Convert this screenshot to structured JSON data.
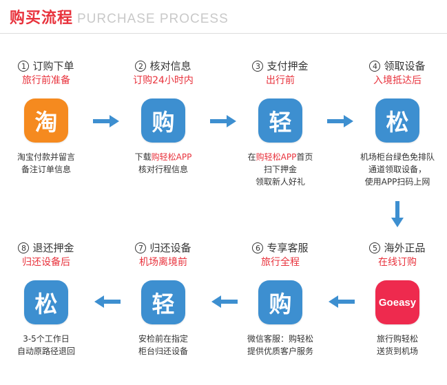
{
  "header": {
    "title": "购买流程",
    "subtitle": "PURCHASE PROCESS"
  },
  "colors": {
    "accent_red": "#e8323c",
    "icon_blue": "#3d8fd0",
    "icon_orange": "#f58a1f",
    "icon_red": "#ee2a4e",
    "arrow_blue": "#3d8fd0"
  },
  "steps": [
    {
      "num": "1",
      "title": "订购下单",
      "sub": "旅行前准备",
      "icon_char": "淘",
      "icon": "taobao-icon",
      "desc_lines": [
        {
          "pre": "淘宝付款并留言",
          "hl": "",
          "post": ""
        },
        {
          "pre": "备注订单信息",
          "hl": "",
          "post": ""
        }
      ]
    },
    {
      "num": "2",
      "title": "核对信息",
      "sub": "订购24小时内",
      "icon_char": "购",
      "icon": "gou-icon",
      "desc_lines": [
        {
          "pre": "下载",
          "hl": "购轻松APP",
          "post": ""
        },
        {
          "pre": "核对行程信息",
          "hl": "",
          "post": ""
        }
      ]
    },
    {
      "num": "3",
      "title": "支付押金",
      "sub": "出行前",
      "icon_char": "轻",
      "icon": "qing-icon",
      "desc_lines": [
        {
          "pre": "在",
          "hl": "购轻松APP",
          "post": "首页"
        },
        {
          "pre": "扫下押金",
          "hl": "",
          "post": ""
        },
        {
          "pre": "领取新人好礼",
          "hl": "",
          "post": ""
        }
      ]
    },
    {
      "num": "4",
      "title": "领取设备",
      "sub": "入境抵达后",
      "icon_char": "松",
      "icon": "song-icon",
      "desc_lines": [
        {
          "pre": "机场柜台绿色免排队",
          "hl": "",
          "post": ""
        },
        {
          "pre": "通道领取设备，",
          "hl": "",
          "post": ""
        },
        {
          "pre": "使用APP扫码上网",
          "hl": "",
          "post": ""
        }
      ]
    },
    {
      "num": "5",
      "title": "海外正品",
      "sub": "在线订购",
      "icon_char": "Goeasy",
      "icon": "goeasy-icon",
      "desc_lines": [
        {
          "pre": "旅行购轻松",
          "hl": "",
          "post": ""
        },
        {
          "pre": "送货到机场",
          "hl": "",
          "post": ""
        }
      ]
    },
    {
      "num": "6",
      "title": "专享客服",
      "sub": "旅行全程",
      "icon_char": "购",
      "icon": "gou-icon",
      "desc_lines": [
        {
          "pre": "微信客服：购轻松",
          "hl": "",
          "post": ""
        },
        {
          "pre": "提供优质客户服务",
          "hl": "",
          "post": ""
        }
      ]
    },
    {
      "num": "7",
      "title": "归还设备",
      "sub": "机场离境前",
      "icon_char": "轻",
      "icon": "qing-icon",
      "desc_lines": [
        {
          "pre": "安检前在指定",
          "hl": "",
          "post": ""
        },
        {
          "pre": "柜台归还设备",
          "hl": "",
          "post": ""
        }
      ]
    },
    {
      "num": "8",
      "title": "退还押金",
      "sub": "归还设备后",
      "icon_char": "松",
      "icon": "song-icon",
      "desc_lines": [
        {
          "pre": "3-5个工作日",
          "hl": "",
          "post": ""
        },
        {
          "pre": "自动原路径退回",
          "hl": "",
          "post": ""
        }
      ]
    }
  ]
}
